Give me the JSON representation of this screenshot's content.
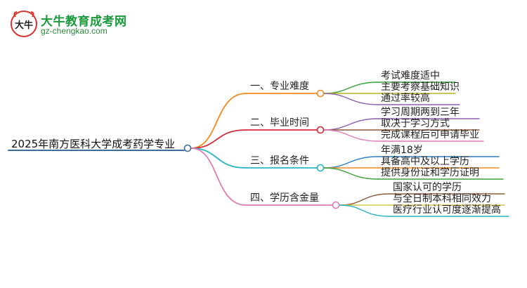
{
  "brand": {
    "logo_text": "大牛",
    "title": "大牛教育成考网",
    "url": "gz-chengkao.com",
    "colors": {
      "green": "#1a9a3a",
      "red": "#d9322a"
    }
  },
  "root": {
    "label": "2025年南方医科大学成考药学专业",
    "color": "#3b6e9a"
  },
  "branches": [
    {
      "label": "一、专业难度",
      "color": "#f08a1c",
      "leaves": [
        {
          "label": "考试难度适中",
          "color": "#3aa33a"
        },
        {
          "label": "主要考察基础知识",
          "color": "#b5b51e"
        },
        {
          "label": "通过率较高",
          "color": "#8e5fb0"
        }
      ]
    },
    {
      "label": "二、毕业时间",
      "color": "#d9283a",
      "leaves": [
        {
          "label": "学习周期两到三年",
          "color": "#8e5fb0"
        },
        {
          "label": "取决于学习方式",
          "color": "#8b5a3c"
        },
        {
          "label": "完成课程后可申请毕业",
          "color": "#e07ab8"
        }
      ]
    },
    {
      "label": "三、报名条件",
      "color": "#27b4c4",
      "leaves": [
        {
          "label": "年满18岁",
          "color": "#2b7fc4"
        },
        {
          "label": "具备高中及以上学历",
          "color": "#f08a1c"
        },
        {
          "label": "提供身份证和学历证明",
          "color": "#3aa33a"
        }
      ]
    },
    {
      "label": "四、学历含金量",
      "color": "#e07ab8",
      "leaves": [
        {
          "label": "国家认可的学历",
          "color": "#8b5a3c"
        },
        {
          "label": "与全日制本科相同效力",
          "color": "#d7c64a"
        },
        {
          "label": "医疗行业认可度逐渐提高",
          "color": "#27b4c4"
        }
      ]
    }
  ]
}
